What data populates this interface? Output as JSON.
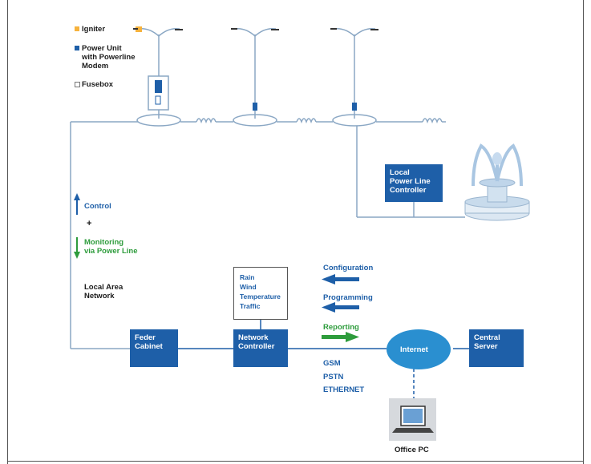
{
  "legend": {
    "igniter": "Igniter",
    "power_unit": "Power Unit\nwith Powerline\nModem",
    "fusebox": "Fusebox"
  },
  "colors": {
    "igniter": "#f6b23c",
    "power_unit": "#1e5fa8",
    "fusebox": "#ffffff",
    "box": "#1e5fa8",
    "control": "#1e5fa8",
    "monitoring": "#2e9c3c",
    "internet": "#2a8fd0"
  },
  "flow": {
    "control": "Control",
    "plus": "+",
    "monitoring": "Monitoring\nvia Power Line"
  },
  "lan_label": "Local Area\nNetwork",
  "nodes": {
    "local_controller": "Local\nPower Line\nController",
    "feder_cabinet": "Feder\nCabinet",
    "network_controller": "Network\nController",
    "internet": "Internet",
    "central_server": "Central\nServer",
    "office_pc": "Office PC"
  },
  "sensors": [
    "Rain",
    "Wind",
    "Temperature",
    "Traffic"
  ],
  "arrows": {
    "configuration": "Configuration",
    "programming": "Programming",
    "reporting": "Reporting"
  },
  "links": [
    "GSM",
    "PSTN",
    "ETHERNET"
  ]
}
